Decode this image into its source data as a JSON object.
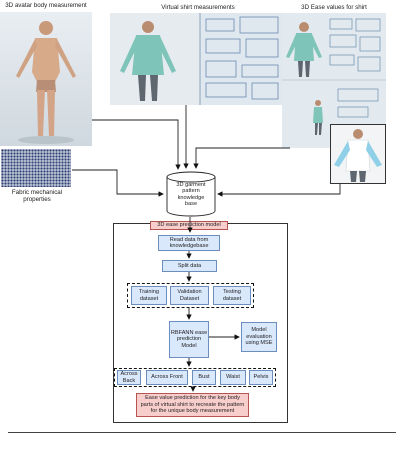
{
  "captions": {
    "avatar": "3D avatar body measurement",
    "virtual_shirt": "Virtual shirt measurements",
    "ease_values": "3D Ease values for shirt",
    "fabric": "Fabric mechanical properties"
  },
  "knowledge_base": "3D garment pattern knowledge base",
  "model_title": "3D ease prediction model",
  "steps": {
    "read_data": "Read data from knowledgebase",
    "split_data": "Split data",
    "training": "Training dataset",
    "validation": "Validation Dataset",
    "testing": "Testing dataset",
    "rbfann": "RBFANN ease prediction Model",
    "evaluation": "Model evaluation using MSE"
  },
  "body_parts": [
    "Across Back",
    "Across Front",
    "Bust",
    "Waist",
    "Pelvis"
  ],
  "output": "Ease value prediction for the key body parts of virtual shirt to recreate the pattern for the unique body measurement",
  "colors": {
    "blue_fill": "#dae8fc",
    "blue_border": "#6c8ebf",
    "pink_fill": "#f8cecc",
    "pink_border": "#b85450"
  }
}
